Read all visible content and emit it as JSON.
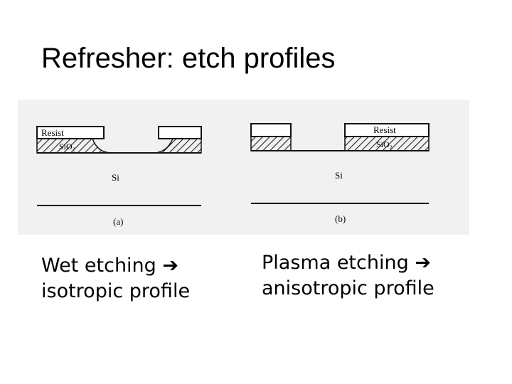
{
  "slide": {
    "title": "Refresher: etch profiles"
  },
  "diagram": {
    "panel_a": {
      "resist_label": "Resist",
      "oxide_label": "SiO₂",
      "substrate_label": "Si",
      "tag": "(a)"
    },
    "panel_b": {
      "resist_label": "Resist",
      "oxide_label": "SiO₂",
      "substrate_label": "Si",
      "tag": "(b)"
    }
  },
  "captions": {
    "left": {
      "line1": "Wet etching",
      "arrow": "➔",
      "line2": "isotropic profile"
    },
    "right": {
      "line1": "Plasma etching",
      "arrow": "➔",
      "line2": "anisotropic profile"
    }
  }
}
